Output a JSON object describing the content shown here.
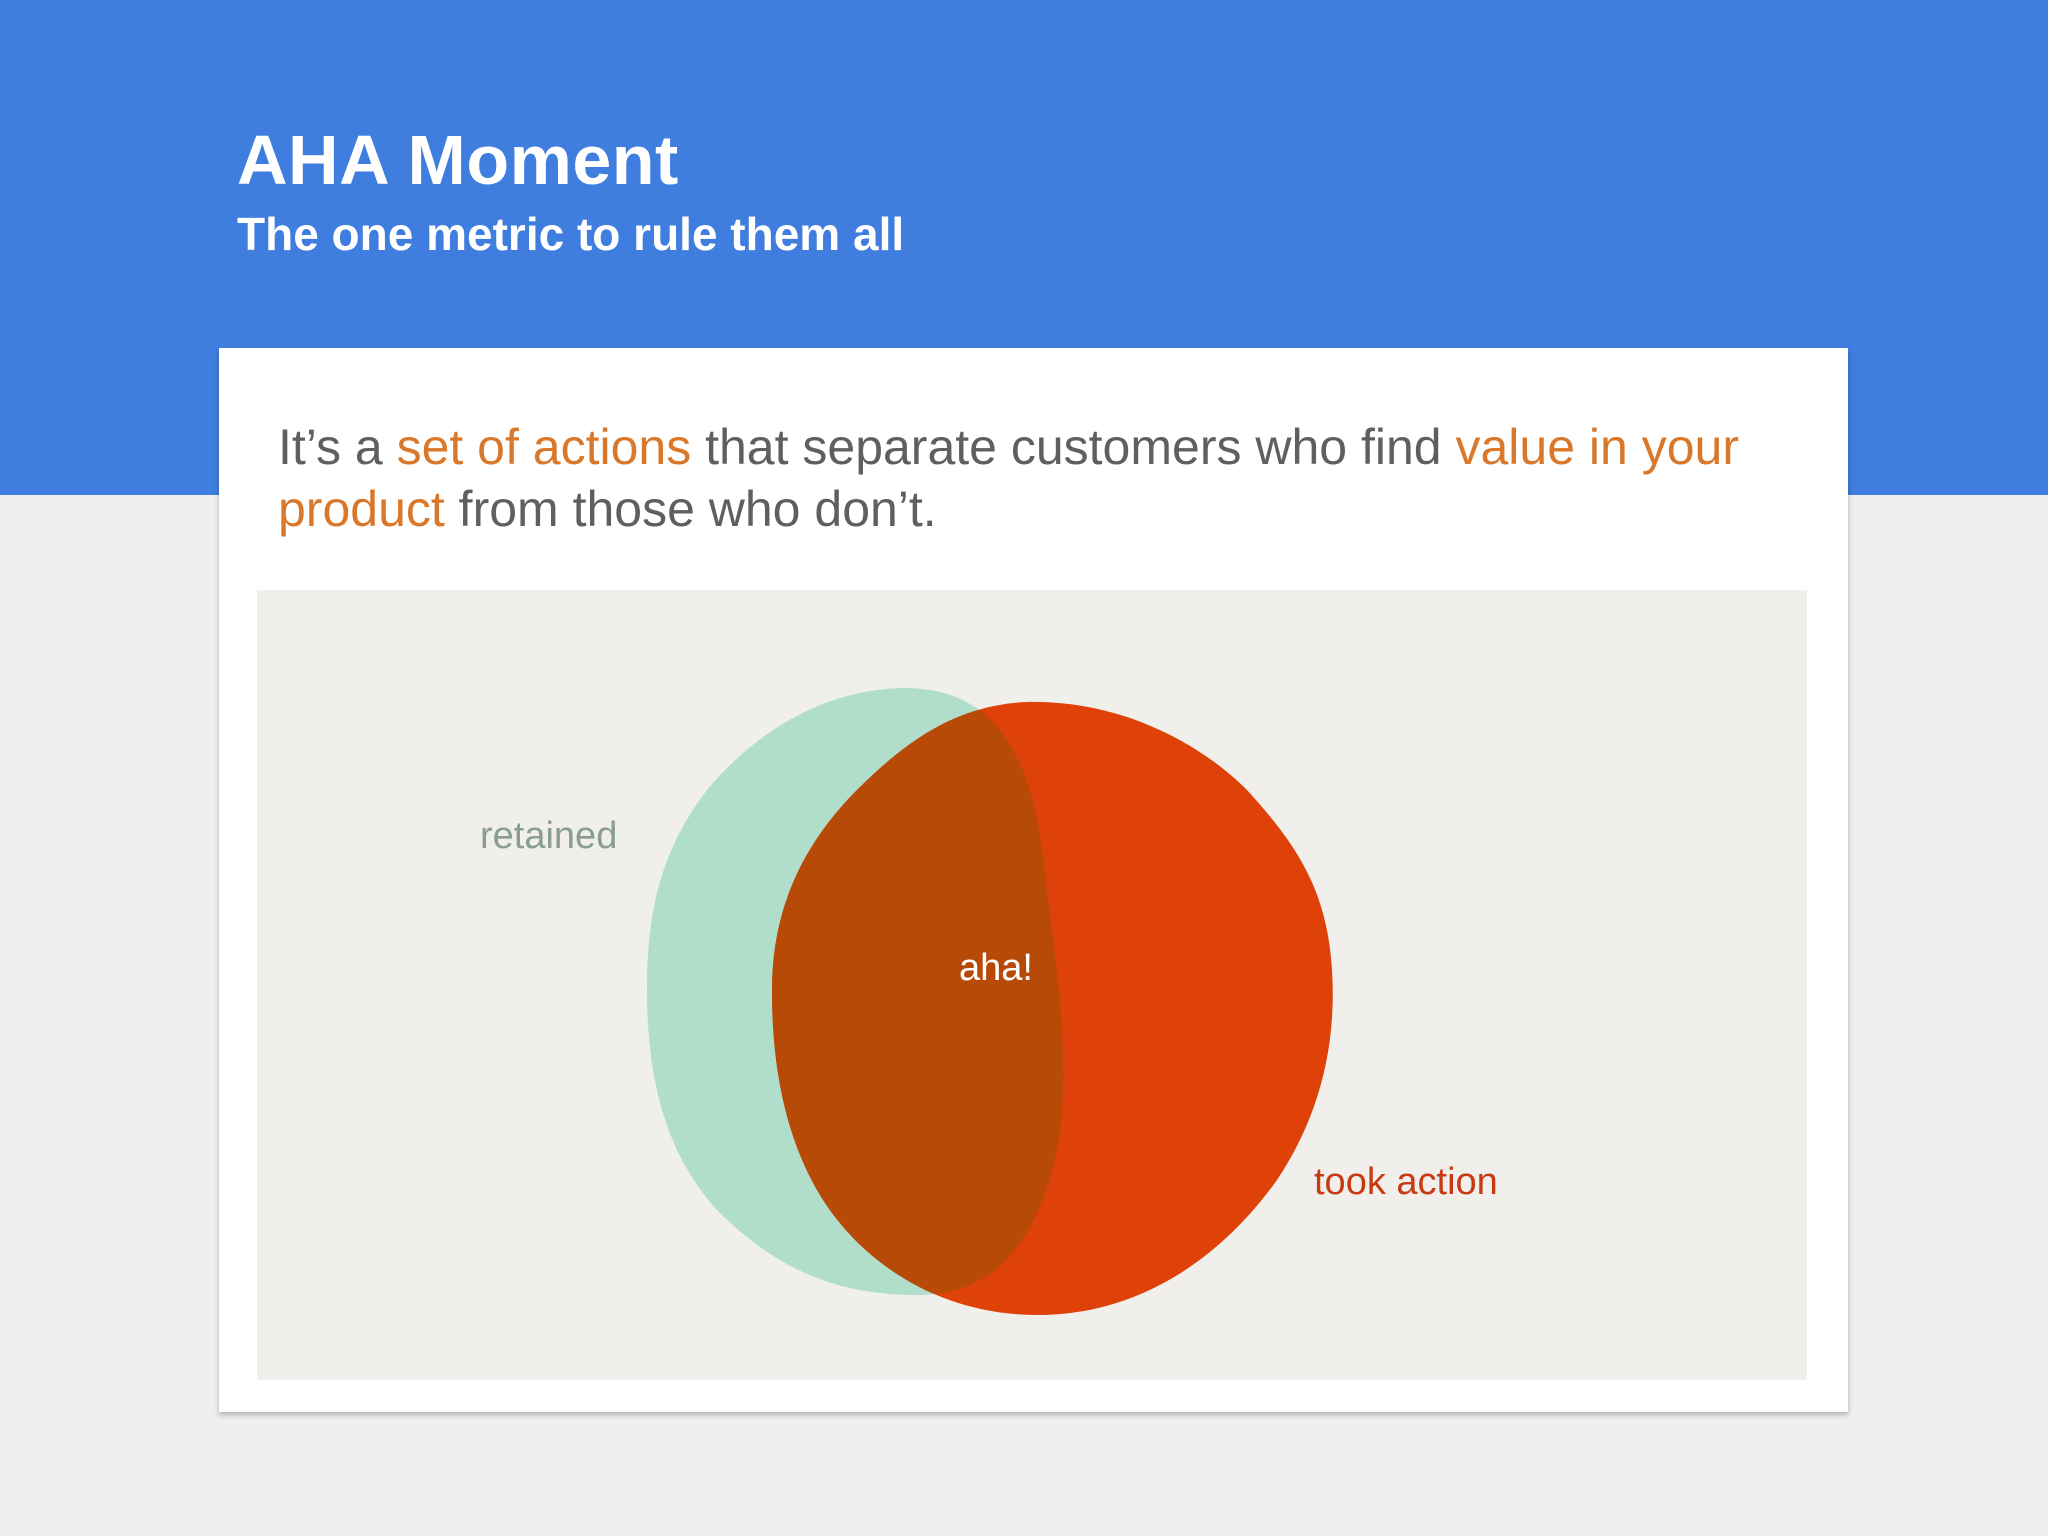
{
  "header": {
    "title": "AHA Moment",
    "subtitle": "The one metric to rule them all"
  },
  "lead": {
    "part1": "It’s a ",
    "highlight1": "set of actions",
    "part2": " that separate customers who find ",
    "highlight2": "value in your product",
    "part3": " from those who don’t."
  },
  "diagram": {
    "sets": [
      {
        "label": "retained",
        "color": "#a8dbc8"
      },
      {
        "label": "took action",
        "color": "#de4208"
      }
    ],
    "intersection": {
      "label": "aha!",
      "color": "#b84a08"
    }
  },
  "colors": {
    "header_blue": "#3f7ddf",
    "highlight_orange": "#d9782a",
    "retained_label": "#8a9d92",
    "took_action_label": "#c83a12"
  }
}
